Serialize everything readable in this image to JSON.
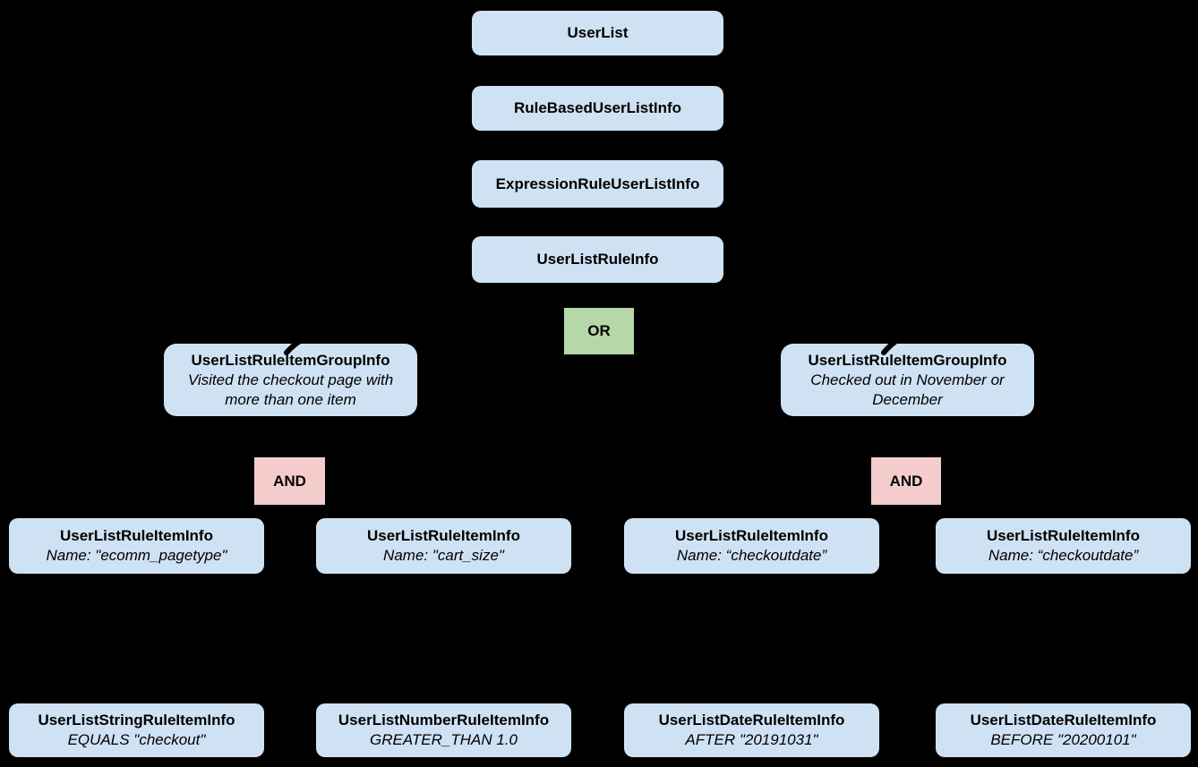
{
  "colors": {
    "background": "#000000",
    "node_fill": "#cfe2f3",
    "or_fill": "#b6d7a8",
    "and_fill": "#f4cccc",
    "text": "#000000"
  },
  "diagram": {
    "chain": [
      {
        "title": "UserList"
      },
      {
        "title": "RuleBasedUserListInfo"
      },
      {
        "title": "ExpressionRuleUserListInfo"
      },
      {
        "title": "UserListRuleInfo"
      }
    ],
    "or_operator": {
      "label": "OR"
    },
    "groups": [
      {
        "title": "UserListRuleItemGroupInfo",
        "subtitle": "Visited the checkout page with more than one item",
        "operator_label": "AND"
      },
      {
        "title": "UserListRuleItemGroupInfo",
        "subtitle": "Checked out in November or December",
        "operator_label": "AND"
      }
    ],
    "rule_items": [
      {
        "title": "UserListRuleItemInfo",
        "subtitle": "Name: \"ecomm_pagetype\""
      },
      {
        "title": "UserListRuleItemInfo",
        "subtitle": "Name: \"cart_size\""
      },
      {
        "title": "UserListRuleItemInfo",
        "subtitle": "Name: “checkoutdate”"
      },
      {
        "title": "UserListRuleItemInfo",
        "subtitle": "Name: “checkoutdate”"
      }
    ],
    "operands": [
      {
        "title": "UserListStringRuleItemInfo",
        "subtitle": "EQUALS \"checkout\""
      },
      {
        "title": "UserListNumberRuleItemInfo",
        "subtitle": "GREATER_THAN 1.0"
      },
      {
        "title": "UserListDateRuleItemInfo",
        "subtitle": "AFTER \"20191031\""
      },
      {
        "title": "UserListDateRuleItemInfo",
        "subtitle": "BEFORE \"20200101\""
      }
    ]
  }
}
